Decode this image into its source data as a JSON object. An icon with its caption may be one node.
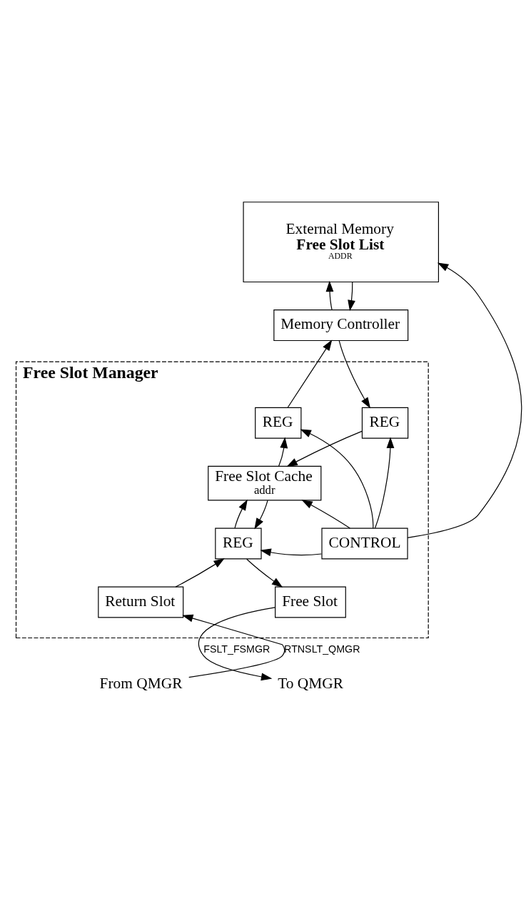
{
  "diagram": {
    "nodes": [
      {
        "text": [
          "External Memory",
          "Free Slot List",
          "ADDR"
        ]
      },
      {
        "text": [
          "Memory Controller"
        ]
      },
      {
        "text": [
          "Free Slot Manager"
        ]
      },
      {
        "text": [
          "REG"
        ],
        "in": 2
      },
      {
        "text": [
          "REG"
        ],
        "in": 2
      },
      {
        "text": [
          "Free Slot Cache",
          "addr"
        ],
        "in": 2
      },
      {
        "text": [
          "REG"
        ],
        "in": 2
      },
      {
        "text": [
          "CONTROL"
        ],
        "in": 2
      },
      {
        "text": [
          "Return Slot"
        ],
        "in": 2
      },
      {
        "text": [
          "Free Slot"
        ],
        "in": 2
      },
      {
        "text": [
          "From QMGR"
        ]
      },
      {
        "text": [
          "To QMGR"
        ]
      }
    ],
    "edges": [
      {
        "from": 1,
        "to": 0,
        "arrow": "to"
      },
      {
        "from": 0,
        "to": 1,
        "arrow": "to"
      },
      {
        "from": 3,
        "to": 1,
        "arrow": "to"
      },
      {
        "from": 1,
        "to": 4,
        "arrow": "to"
      },
      {
        "from": 5,
        "to": 3,
        "arrow": "to"
      },
      {
        "from": 7,
        "to": 3,
        "arrow": "to"
      },
      {
        "from": 7,
        "to": 4,
        "arrow": "to"
      },
      {
        "from": 4,
        "to": 5,
        "arrow": "to"
      },
      {
        "from": 7,
        "to": 5,
        "arrow": "to"
      },
      {
        "from": 7,
        "to": 0,
        "arrow": "to"
      },
      {
        "from": 6,
        "to": 5,
        "arrow": "to"
      },
      {
        "from": 5,
        "to": 6,
        "arrow": "to"
      },
      {
        "from": 7,
        "to": 6,
        "arrow": "to"
      },
      {
        "from": 8,
        "to": 6,
        "arrow": "to"
      },
      {
        "from": 6,
        "to": 9,
        "arrow": "to"
      },
      {
        "from": 10,
        "to": 8,
        "arrow": "to",
        "label": "RTNSLT_QMGR"
      },
      {
        "from": 9,
        "to": 11,
        "arrow": "to",
        "label": "FSLT_FSMGR"
      }
    ]
  }
}
